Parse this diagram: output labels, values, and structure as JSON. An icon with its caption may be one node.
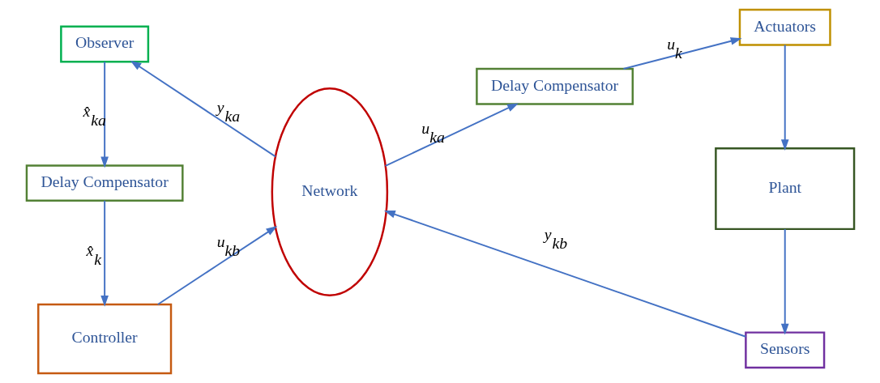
{
  "diagram": {
    "nodes": [
      {
        "text": [
          "Controller"
        ]
      },
      {
        "text": [
          "Network"
        ]
      },
      {
        "text": [
          "Delay Compensator"
        ]
      },
      {
        "text": [
          "Actuators"
        ]
      },
      {
        "text": [
          "Plant"
        ]
      },
      {
        "text": [
          "Sensors"
        ]
      },
      {
        "text": [
          "Observer"
        ]
      },
      {
        "text": [
          "Delay Compensator"
        ]
      }
    ],
    "edges": [
      {
        "from": 0,
        "to": 1,
        "arrow": "to",
        "label": "u$_{kb}$"
      },
      {
        "from": 1,
        "to": 2,
        "arrow": "to",
        "label": "u$_{ka}$"
      },
      {
        "from": 2,
        "to": 3,
        "arrow": "to",
        "label": "u$_{k}$"
      },
      {
        "from": 3,
        "to": 4,
        "arrow": "to"
      },
      {
        "from": 4,
        "to": 5,
        "arrow": "to"
      },
      {
        "from": 5,
        "to": 1,
        "arrow": "to",
        "label": "y$_{kb}$"
      },
      {
        "from": 1,
        "to": 6,
        "arrow": "to",
        "label": "y$_{ka}$"
      },
      {
        "from": 6,
        "to": 7,
        "arrow": "to",
        "label": "x̂$_{ka}$"
      },
      {
        "from": 7,
        "to": 0,
        "arrow": "to",
        "label": "x̂$_{k}$"
      }
    ]
  }
}
